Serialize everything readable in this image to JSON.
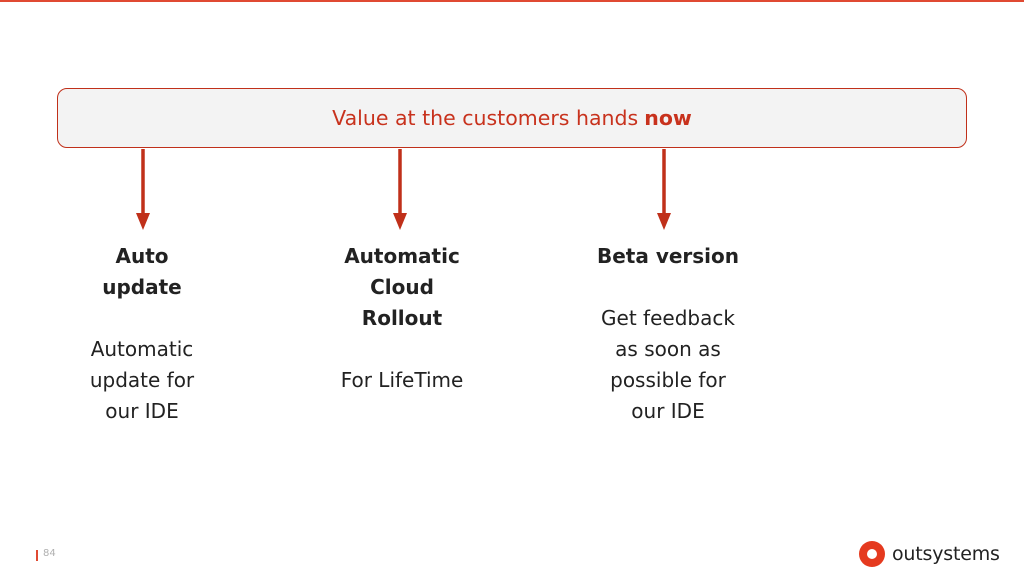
{
  "banner": {
    "text": "Value at the customers hands",
    "emphasis": "now",
    "color": "#c8321d"
  },
  "columns": [
    {
      "heading_lines": [
        "Auto",
        "update"
      ],
      "body_lines": [
        "Automatic",
        "update for",
        "our IDE"
      ]
    },
    {
      "heading_lines": [
        "Automatic",
        "Cloud",
        "Rollout"
      ],
      "body_lines": [
        "For LifeTime"
      ]
    },
    {
      "heading_lines": [
        "Beta version"
      ],
      "body_lines": [
        "Get feedback",
        "as soon as",
        "possible for",
        "our IDE"
      ]
    }
  ],
  "footer": {
    "page_number": "84",
    "logo_text": "outsystems"
  },
  "colors": {
    "accent": "#c8321d",
    "arrow": "#c0301a",
    "text": "#222222"
  }
}
